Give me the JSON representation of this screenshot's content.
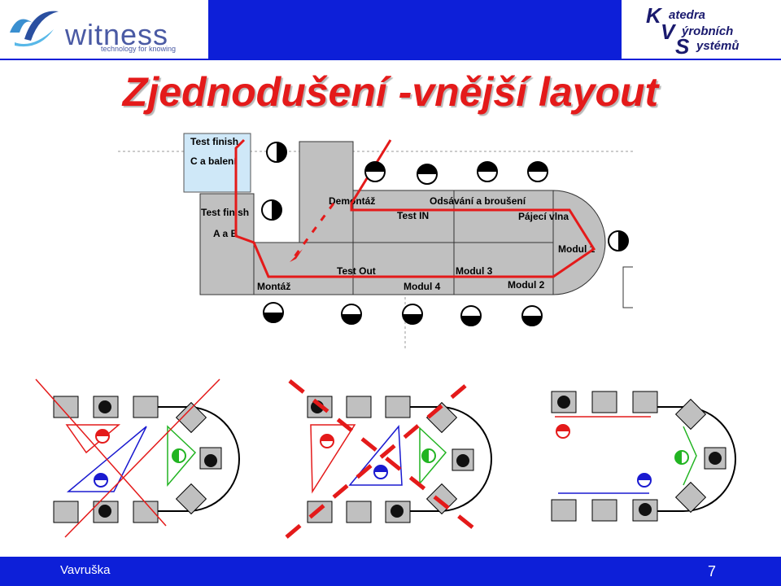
{
  "header": {
    "logo_left": {
      "name": "witness",
      "tagline": "technology for knowing"
    },
    "logo_right": {
      "line1": "atedra",
      "line2": "ýrobních",
      "line3": "ystémů",
      "initials": [
        "K",
        "V",
        "S"
      ]
    }
  },
  "title": "Zjednodušení -vnější layout",
  "layout_labels": {
    "test_finish_c": "Test finish",
    "c_baleni": "C a balení",
    "test_finish_ab": "Test finish",
    "a_a_b": "A a B",
    "demontaz": "Demontáž",
    "odsavani": "Odsávání a broušení",
    "test_in": "Test IN",
    "pajeci_vlna": "Pájecí vlna",
    "modul1": "Modul 1",
    "test_out": "Test Out",
    "modul3": "Modul 3",
    "montaz": "Montáž",
    "modul4": "Modul 4",
    "modul2": "Modul 2"
  },
  "colors": {
    "accent_blue": "#0d1fd8",
    "title_red": "#e41a1a",
    "route_red": "#e41a1a",
    "station_gray": "#c0c0c0"
  },
  "footer": {
    "author": "Vavruška",
    "page": "7"
  }
}
